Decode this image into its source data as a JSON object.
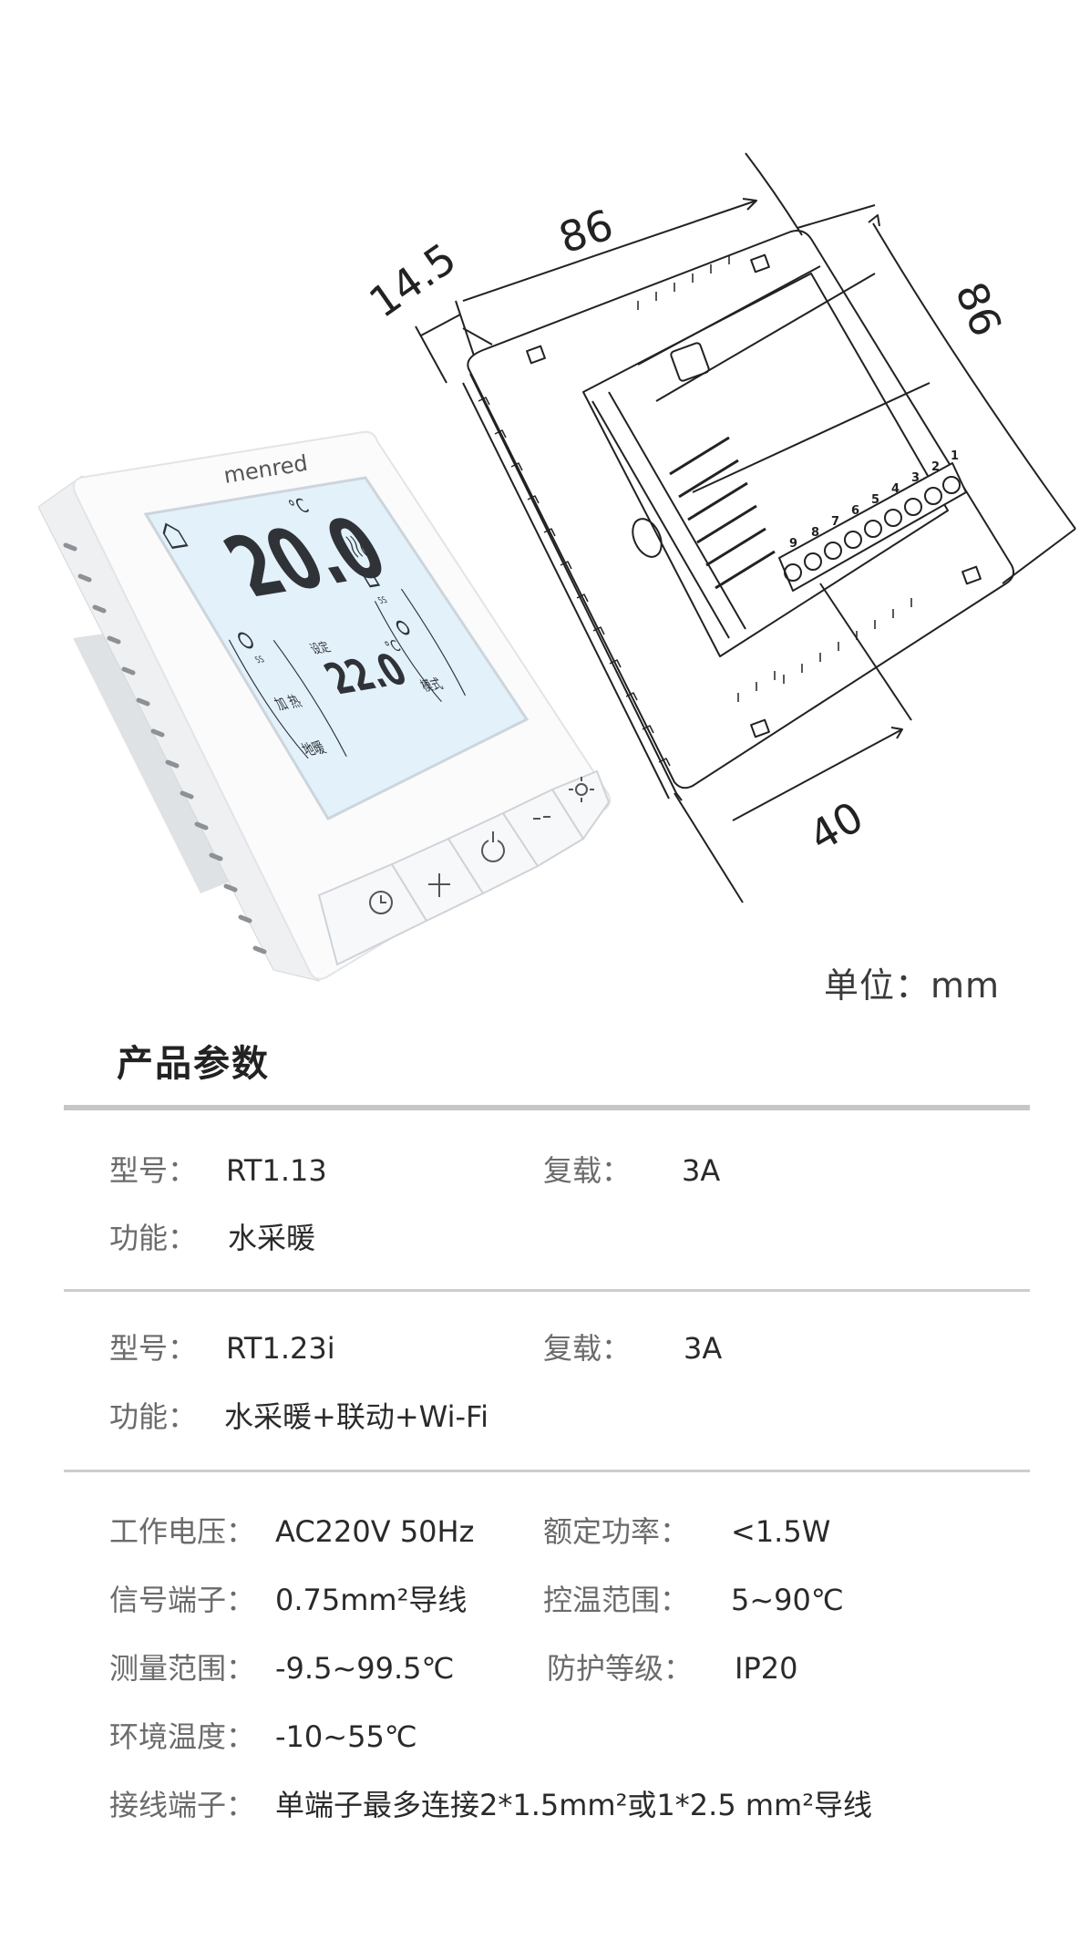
{
  "illustration": {
    "brand_logo": "menred",
    "lcd": {
      "current_temp": "20.0",
      "current_unit": "°C",
      "set_label": "设定",
      "set_temp": "22.0",
      "set_unit": "°C",
      "heating_label": "加 热",
      "floor_heating_label": "地暖",
      "mode_label": "模式",
      "timer_5s": "5S",
      "lock_5s": "5S"
    },
    "buttons": [
      "clock-icon",
      "plus-icon",
      "power-icon",
      "minus-icon",
      "brightness-icon"
    ],
    "dimensions": {
      "width": "86",
      "height": "86",
      "front_depth": "14.5",
      "back_depth": "40"
    },
    "terminal_numbers": [
      "1",
      "2",
      "3",
      "4",
      "5",
      "6",
      "7",
      "8",
      "9"
    ]
  },
  "unit_label": "单位：mm",
  "section_title": "产品参数",
  "models": [
    {
      "model_label": "型号：",
      "model": "RT1.13",
      "load_label": "复载：",
      "load": "3A",
      "function_label": "功能：",
      "function": "水采暖"
    },
    {
      "model_label": "型号：",
      "model": "RT1.23i",
      "load_label": "复载：",
      "load": "3A",
      "function_label": "功能：",
      "function": "水采暖+联动+Wi-Fi"
    }
  ],
  "specs": [
    {
      "label": "工作电压：",
      "value": "AC220V 50Hz",
      "label2": "额定功率：",
      "value2": "<1.5W"
    },
    {
      "label": "信号端子：",
      "value": "0.75mm²导线",
      "label2": "控温范围：",
      "value2": "5~90℃"
    },
    {
      "label": "测量范围：",
      "value": "-9.5~99.5℃",
      "label2": "防护等级：",
      "value2": "IP20"
    },
    {
      "label": "环境温度：",
      "value": "-10~55℃"
    },
    {
      "label": "接线端子：",
      "value": "单端子最多连接2*1.5mm²或1*2.5 mm²导线"
    }
  ],
  "colors": {
    "lcd_backlight": "#e3f1fa",
    "lcd_segment": "#2f3338",
    "rule": "#c6c6c6",
    "label_text": "#6b6b6b",
    "value_text": "#2a2a2a"
  }
}
